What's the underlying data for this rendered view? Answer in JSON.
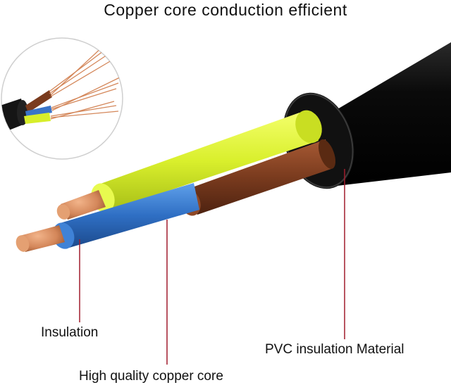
{
  "title": "Copper core conduction efficient",
  "labels": {
    "insulation": "Insulation",
    "copper_core": "High quality copper core",
    "pvc": "PVC insulation Material"
  },
  "colors": {
    "sheath": "#0d0d0d",
    "yellow_green": "#d7ee2a",
    "brown": "#7a3b1e",
    "blue": "#2f6fc4",
    "copper": "#d4875a",
    "leader_line": "#a01c2c"
  }
}
